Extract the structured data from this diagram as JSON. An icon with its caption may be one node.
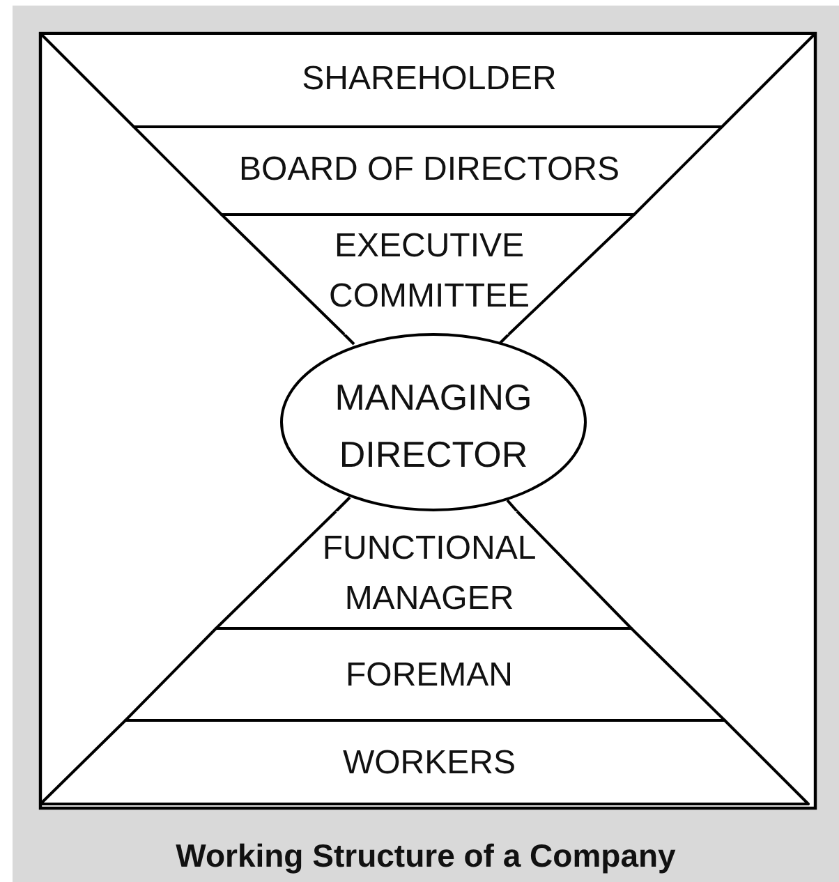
{
  "diagram": {
    "caption": "Working Structure of a Company",
    "nodes": [
      {
        "text": [
          "SHAREHOLDER"
        ]
      },
      {
        "text": [
          "BOARD OF DIRECTORS"
        ]
      },
      {
        "text": [
          "EXECUTIVE COMMITTEE"
        ]
      },
      {
        "text": [
          "MANAGING DIRECTOR"
        ]
      },
      {
        "text": [
          "FUNCTIONAL MANAGER"
        ]
      },
      {
        "text": [
          "FOREMAN"
        ]
      },
      {
        "text": [
          "WORKERS"
        ]
      }
    ]
  }
}
